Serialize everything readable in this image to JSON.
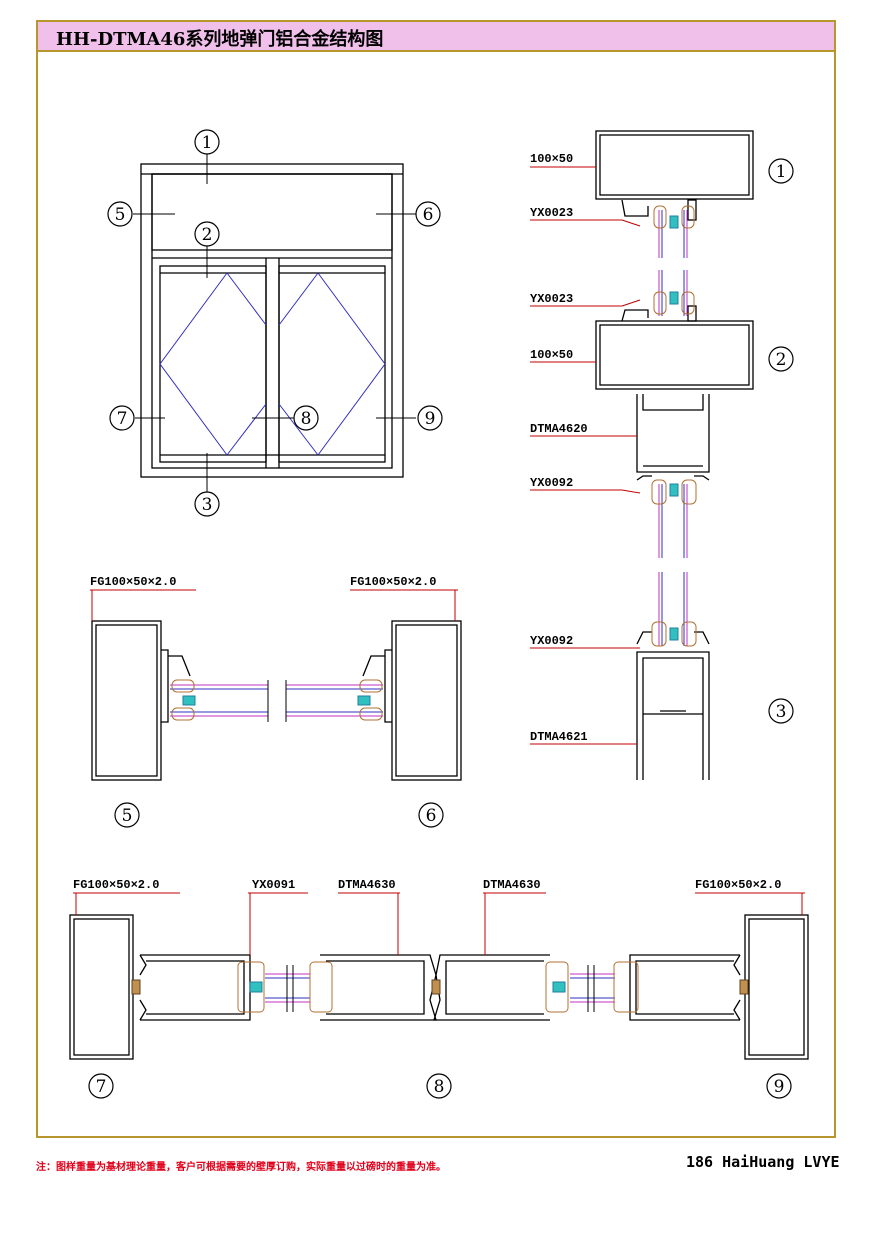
{
  "title": "HH-DTMA46系列地弹门铝合金结构图",
  "footer": {
    "note": "注：图样重量为基材理论重量，客户可根据需要的壁厚订购，实际重量以过磅时的重量为准。",
    "page_mark": "186 HaiHuang LVYE"
  },
  "elevation_markers": [
    "1",
    "2",
    "3",
    "5",
    "6",
    "7",
    "8",
    "9"
  ],
  "vertical_section": {
    "labels": [
      "100×50",
      "YX0023",
      "YX0023",
      "100×50",
      "DTMA4620",
      "YX0092",
      "YX0092",
      "DTMA4621"
    ],
    "markers": [
      "1",
      "2",
      "3"
    ]
  },
  "section_5_6": {
    "labels": [
      "FG100×50×2.0",
      "FG100×50×2.0"
    ],
    "markers": [
      "5",
      "6"
    ]
  },
  "section_7_8_9": {
    "labels": [
      "FG100×50×2.0",
      "YX0091",
      "DTMA4630",
      "DTMA4630",
      "FG100×50×2.0"
    ],
    "markers": [
      "7",
      "8",
      "9"
    ]
  }
}
